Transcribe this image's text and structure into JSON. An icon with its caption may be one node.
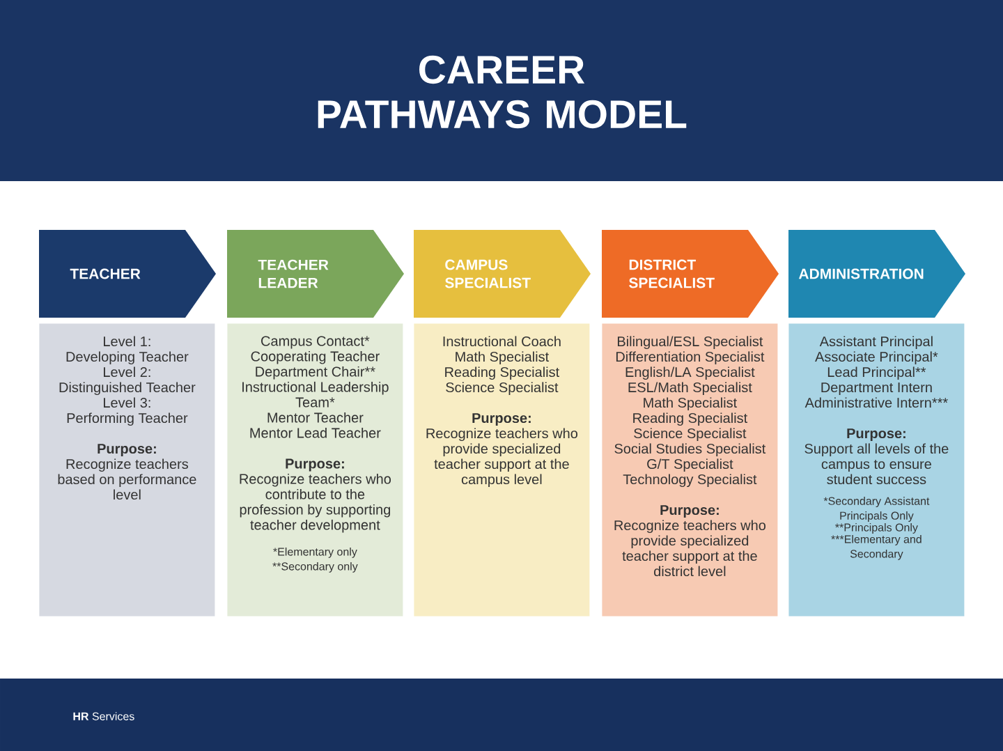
{
  "diagram": {
    "title": "CAREER PATHWAYS MODEL",
    "nodes": [
      {
        "text": [
          "TEACHER"
        ]
      },
      {
        "text": [
          "TEACHER LEADER"
        ]
      },
      {
        "text": [
          "CAMPUS SPECIALIST"
        ]
      },
      {
        "text": [
          "DISTRICT SPECIALIST"
        ]
      },
      {
        "text": [
          "ADMINISTRATION"
        ]
      },
      {
        "text": [
          "Level 1:",
          "Developing Teacher",
          "Level 2:",
          "Distinguished Teacher",
          "Level 3:",
          "Performing Teacher",
          "Purpose:",
          "Recognize teachers based on performance level"
        ]
      },
      {
        "text": [
          "Campus Contact*",
          "Cooperating Teacher",
          "Department Chair**",
          "Instructional Leadership Team*",
          "Mentor Teacher",
          "Mentor Lead Teacher",
          "Purpose:",
          "Recognize teachers who contribute to the profession by supporting teacher development",
          "*Elementary only",
          "**Secondary only"
        ]
      },
      {
        "text": [
          "Instructional Coach",
          "Math Specialist",
          "Reading Specialist",
          "Science Specialist",
          "Purpose:",
          "Recognize teachers who provide specialized teacher support at the campus level"
        ]
      },
      {
        "text": [
          "Bilingual/ESL Specialist",
          "Differentiation Specialist",
          "English/LA Specialist",
          "ESL/Math Specialist",
          "Math Specialist",
          "Reading Specialist",
          "Science Specialist",
          "Social Studies Specialist",
          "G/T Specialist",
          "Technology Specialist",
          "Purpose:",
          "Recognize teachers who provide specialized teacher support at the district level"
        ]
      },
      {
        "text": [
          "Assistant Principal",
          "Associate Principal*",
          "Lead Principal**",
          "Department Intern",
          "Administrative Intern***",
          "Purpose:",
          "Support all levels of the campus to ensure student success",
          "*Secondary Assistant Principals Only",
          "**Principals Only",
          "***Elementary and Secondary"
        ]
      }
    ],
    "labels": [
      "**HR** Services"
    ]
  }
}
